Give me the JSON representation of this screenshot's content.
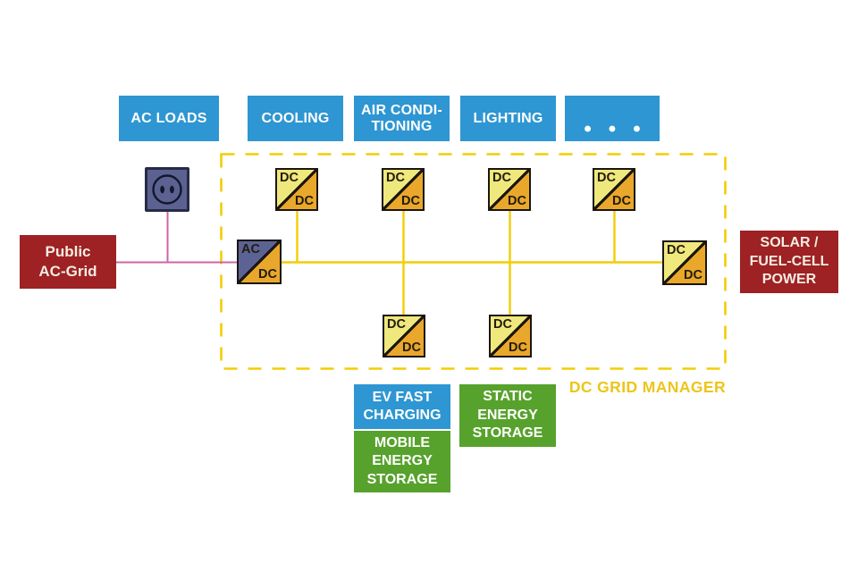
{
  "colors": {
    "load_blue": "#2e96d2",
    "storage_green": "#57a22c",
    "source_red": "#9e2123",
    "wire_yellow": "#f2cd05",
    "wire_pink": "#cf64a4",
    "manager_text": "#ecc51b",
    "converter_yellow_light": "#efe87d",
    "converter_orange": "#e9a72c",
    "converter_ac_blue": "#5c6394",
    "outlet_blue": "#5b6191"
  },
  "top_loads": [
    {
      "label": "AC LOADS"
    },
    {
      "label": "COOLING"
    },
    {
      "label": "AIR CONDI-\nTIONING"
    },
    {
      "label": "LIGHTING"
    },
    {
      "label": "•••"
    }
  ],
  "sources": {
    "public_ac_grid": {
      "label": "Public\nAC-Grid"
    },
    "solar_fuel_cell": {
      "label": "SOLAR /\nFUEL-CELL\nPOWER"
    }
  },
  "manager": {
    "label": "DC GRID MANAGER"
  },
  "converters": [
    {
      "type": "AC/DC",
      "top": "AC",
      "bottom": "DC"
    },
    {
      "type": "DC/DC",
      "top": "DC",
      "bottom": "DC"
    },
    {
      "type": "DC/DC",
      "top": "DC",
      "bottom": "DC"
    },
    {
      "type": "DC/DC",
      "top": "DC",
      "bottom": "DC"
    },
    {
      "type": "DC/DC",
      "top": "DC",
      "bottom": "DC"
    },
    {
      "type": "DC/DC",
      "top": "DC",
      "bottom": "DC"
    },
    {
      "type": "DC/DC",
      "top": "DC",
      "bottom": "DC"
    },
    {
      "type": "DC/DC",
      "top": "DC",
      "bottom": "DC"
    }
  ],
  "bottom_nodes": [
    {
      "label": "EV FAST\nCHARGING"
    },
    {
      "label": "MOBILE\nENERGY\nSTORAGE"
    },
    {
      "label": "STATIC\nENERGY\nSTORAGE"
    }
  ],
  "icons": {
    "outlet": "power-outlet"
  }
}
